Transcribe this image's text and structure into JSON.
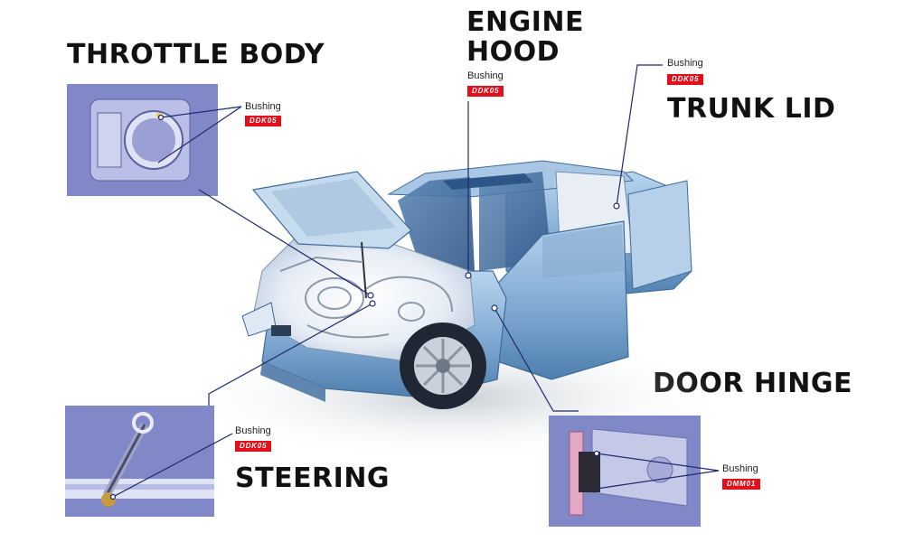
{
  "headings": {
    "throttle_body": "THROTTLE BODY",
    "engine_hood": [
      "ENGINE",
      "HOOD"
    ],
    "trunk_lid": "TRUNK LID",
    "door_hinge": "DOOR HINGE",
    "steering": "STEERING"
  },
  "callouts": {
    "throttle": {
      "label": "Bushing",
      "code": "DDK05"
    },
    "hood": {
      "label": "Bushing",
      "code": "DDK05"
    },
    "trunk": {
      "label": "Bushing",
      "code": "DDK05"
    },
    "steering": {
      "label": "Bushing",
      "code": "DDK05"
    },
    "hinge": {
      "label": "Bushing",
      "code": "DMM01"
    }
  },
  "colors": {
    "badge": "#e2101c",
    "leader_line": "#1e2a6e",
    "photo_background": "#8188c8",
    "car_body": "#8fb6d8"
  }
}
